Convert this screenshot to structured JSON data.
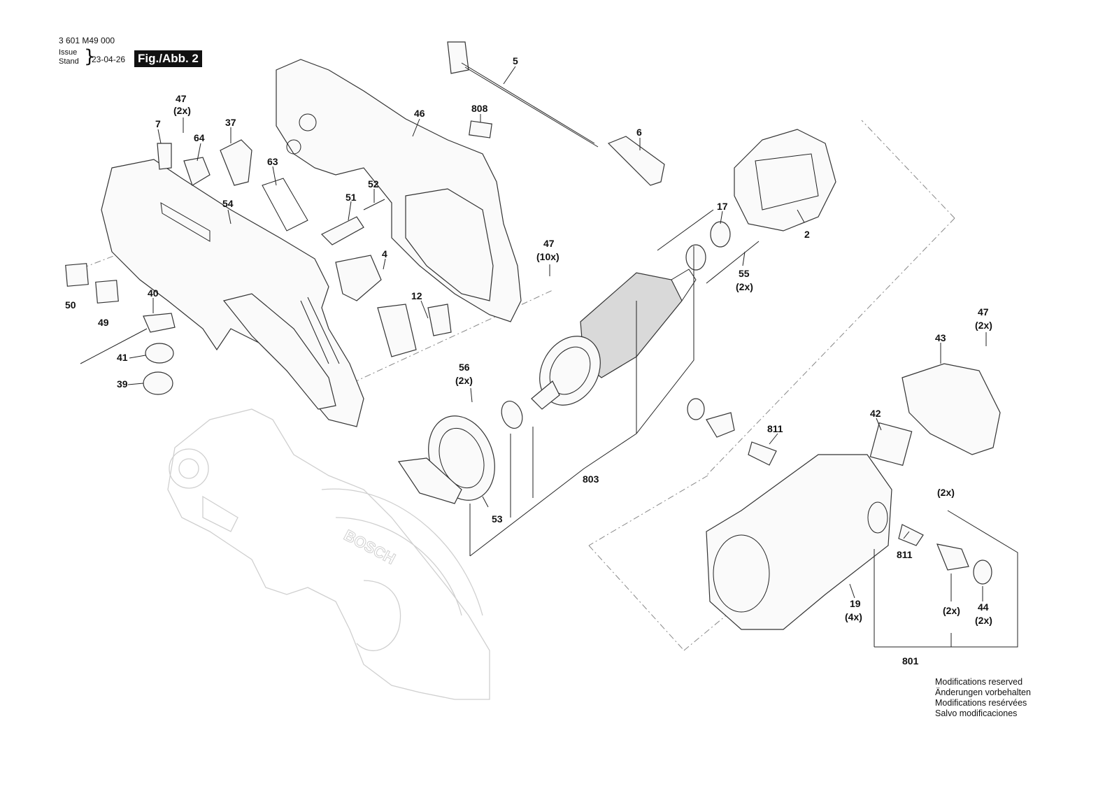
{
  "header": {
    "part_number": "3 601 M49 000",
    "issue_label": "Issue",
    "stand_label": "Stand",
    "date": "23-04-26",
    "figure": "Fig./Abb. 2"
  },
  "callouts": {
    "c47a": "47",
    "c47a_q": "(2x)",
    "c7": "7",
    "c64": "64",
    "c37": "37",
    "c63": "63",
    "c46": "46",
    "c808": "808",
    "c5": "5",
    "c6": "6",
    "c52": "52",
    "c51": "51",
    "c54": "54",
    "c4": "4",
    "c12": "12",
    "c47b": "47",
    "c47b_q": "(10x)",
    "c17": "17",
    "c2": "2",
    "c55": "55",
    "c55_q": "(2x)",
    "c50": "50",
    "c49": "49",
    "c40": "40",
    "c41": "41",
    "c39": "39",
    "c56": "56",
    "c56_q": "(2x)",
    "c803": "803",
    "c53": "53",
    "c47c": "47",
    "c47c_q": "(2x)",
    "c43": "43",
    "c42": "42",
    "c811a": "811",
    "c2x_a": "(2x)",
    "c811b": "811",
    "c19": "19",
    "c19_q": "(4x)",
    "c2x_b": "(2x)",
    "c44": "44",
    "c44_q": "(2x)",
    "c801": "801"
  },
  "notes": [
    "Modifications reserved",
    "Änderungen vorbehalten",
    "Modifications resérvées",
    "Salvo modificaciones"
  ],
  "ghost_logo": "BOSCH"
}
